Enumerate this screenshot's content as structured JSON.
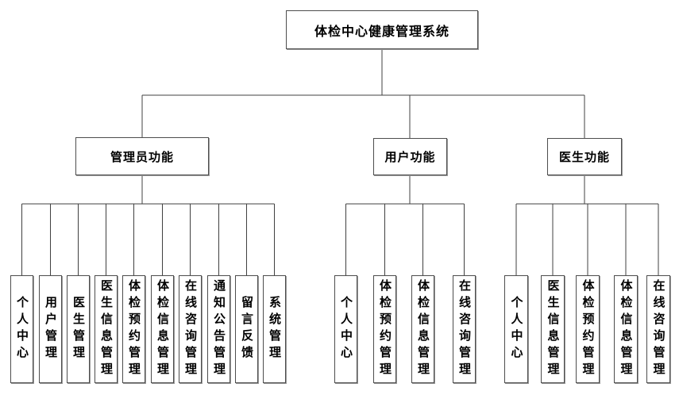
{
  "diagram": {
    "root": {
      "label": "体检中心健康管理系统"
    },
    "groups": [
      {
        "label": "管理员功能",
        "children": [
          "个人中心",
          "用户管理",
          "医生管理",
          "医生信息管理",
          "体检预约管理",
          "体检信息管理",
          "在线咨询管理",
          "通知公告管理",
          "留言反馈",
          "系统管理"
        ]
      },
      {
        "label": "用户功能",
        "children": [
          "个人中心",
          "体检预约管理",
          "体检信息管理",
          "在线咨询管理"
        ]
      },
      {
        "label": "医生功能",
        "children": [
          "个人中心",
          "医生信息管理",
          "体检预约管理",
          "体检信息管理",
          "在线咨询管理"
        ]
      }
    ]
  },
  "colors": {
    "line": "#404040",
    "box_border": "#4d4d4d",
    "text": "#000000",
    "background": "#ffffff"
  }
}
